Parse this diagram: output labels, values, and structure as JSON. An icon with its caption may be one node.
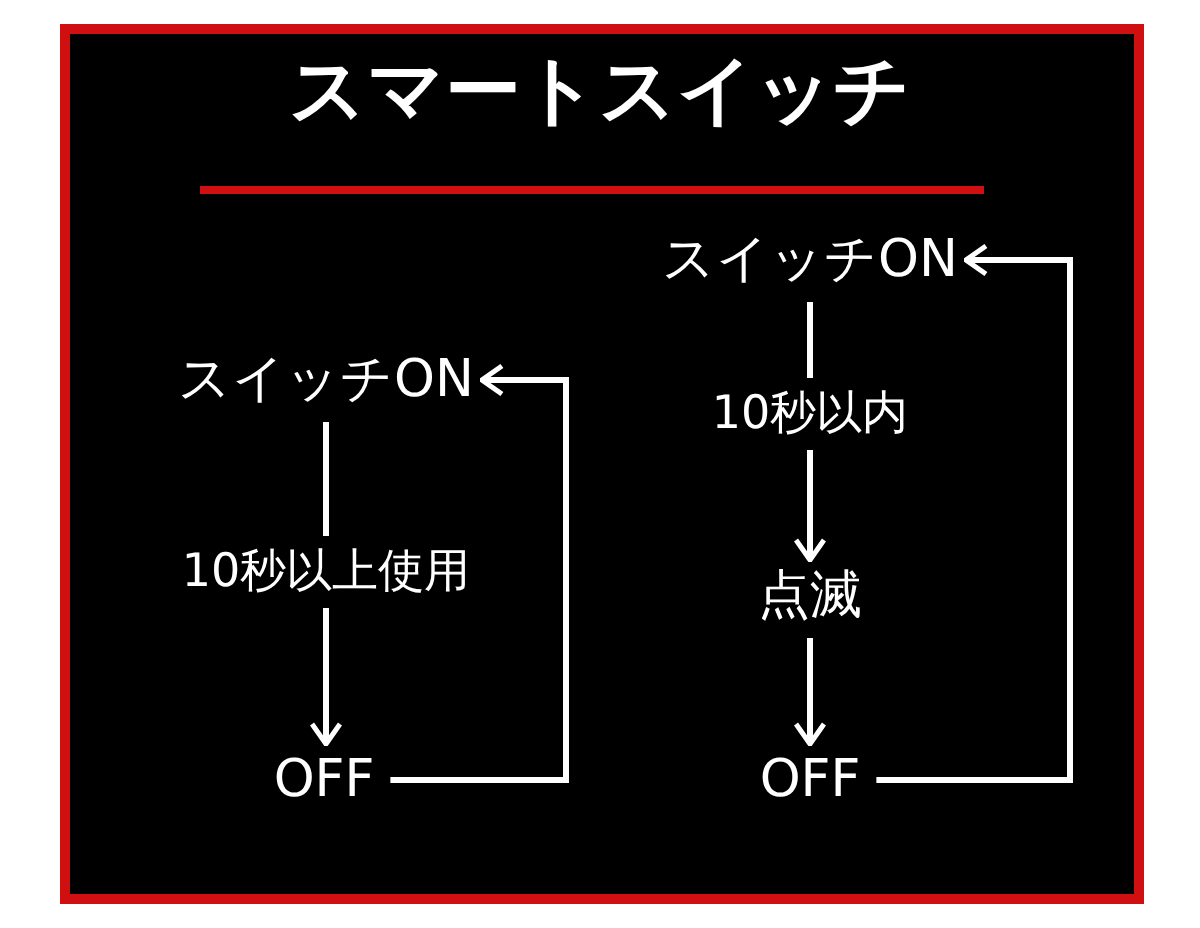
{
  "diagram": {
    "title": "スマートスイッチ",
    "nodes": [
      {
        "text": [
          "スイッチON"
        ]
      },
      {
        "text": [
          "OFF"
        ]
      },
      {
        "text": [
          "スイッチON"
        ]
      },
      {
        "text": [
          "点滅"
        ]
      },
      {
        "text": [
          "OFF"
        ]
      }
    ],
    "edges": [
      {
        "from": 0,
        "to": 1,
        "arrow": "to",
        "label": "10秒以上使用"
      },
      {
        "from": 1,
        "to": 0,
        "arrow": "to"
      },
      {
        "from": 2,
        "to": 3,
        "arrow": "to",
        "label": "10秒以内"
      },
      {
        "from": 3,
        "to": 4,
        "arrow": "to"
      },
      {
        "from": 4,
        "to": 2,
        "arrow": "to"
      }
    ]
  }
}
